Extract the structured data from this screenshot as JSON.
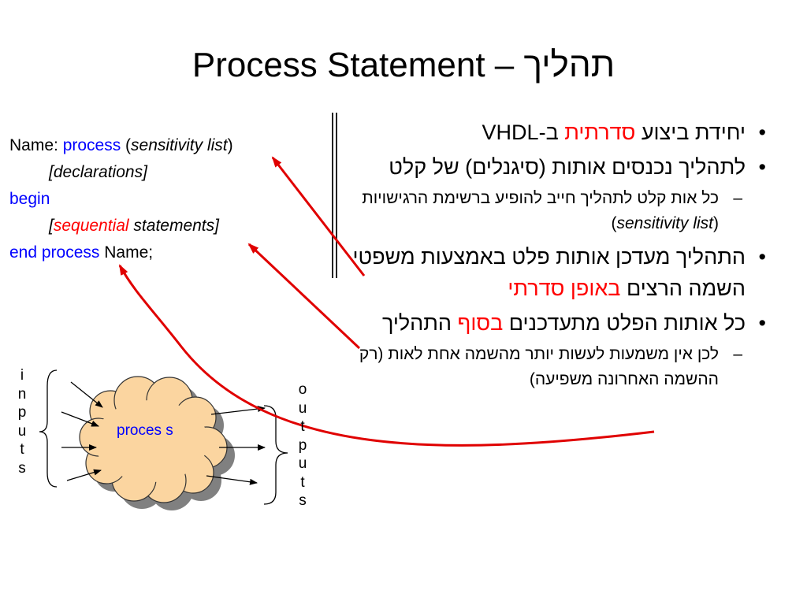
{
  "title": "Process Statement – תהליך",
  "code": {
    "line1": {
      "name_label": "Name: ",
      "process_kw": "process",
      "paren_open": " (",
      "sensitivity": "sensitivity list",
      "paren_close": ")"
    },
    "line2": {
      "declarations": "[declarations]"
    },
    "line3": {
      "begin_kw": "begin"
    },
    "line4": {
      "bracket_open": "[",
      "sequential": "sequential",
      "statements": " statements]"
    },
    "line5": {
      "end_process_kw": "end process",
      "name_end": " Name;"
    }
  },
  "bullets": {
    "b1": {
      "text_a": "יחידת ביצוע ",
      "text_red": "סדרתית",
      "text_b": " ב-VHDL"
    },
    "b2": {
      "text": "לתהליך נכנסים אותות (סיגנלים) של קלט"
    },
    "b2_sub": {
      "text_a": "כל אות קלט לתהליך חייב להופיע ברשימת הרגישויות (",
      "text_it": "sensitivity list",
      "text_b": ")"
    },
    "b3": {
      "text_a": "התהליך מעדכן אותות פלט באמצעות משפטי השמה הרצים ",
      "text_red": "באופן סדרתי"
    },
    "b4": {
      "text_a": "כל אותות הפלט מתעדכנים ",
      "text_red": "בסוף",
      "text_b": " התהליך"
    },
    "b4_sub": {
      "text": "לכן אין משמעות לעשות יותר מהשמה אחת לאות (רק ההשמה האחרונה משפיעה)"
    },
    "bullet_char": "•",
    "dash_char": "–"
  },
  "diagram": {
    "inputs_letters": [
      "i",
      "n",
      "p",
      "u",
      "t",
      "s"
    ],
    "outputs_letters": [
      "o",
      "u",
      "t",
      "p",
      "u",
      "t",
      "s"
    ],
    "cloud_label": "proces s"
  },
  "colors": {
    "keyword": "#0000ff",
    "highlight": "#ff0000",
    "cloud_fill": "#fbd5a0",
    "cloud_shadow": "#808080",
    "arrow": "#e00000"
  }
}
